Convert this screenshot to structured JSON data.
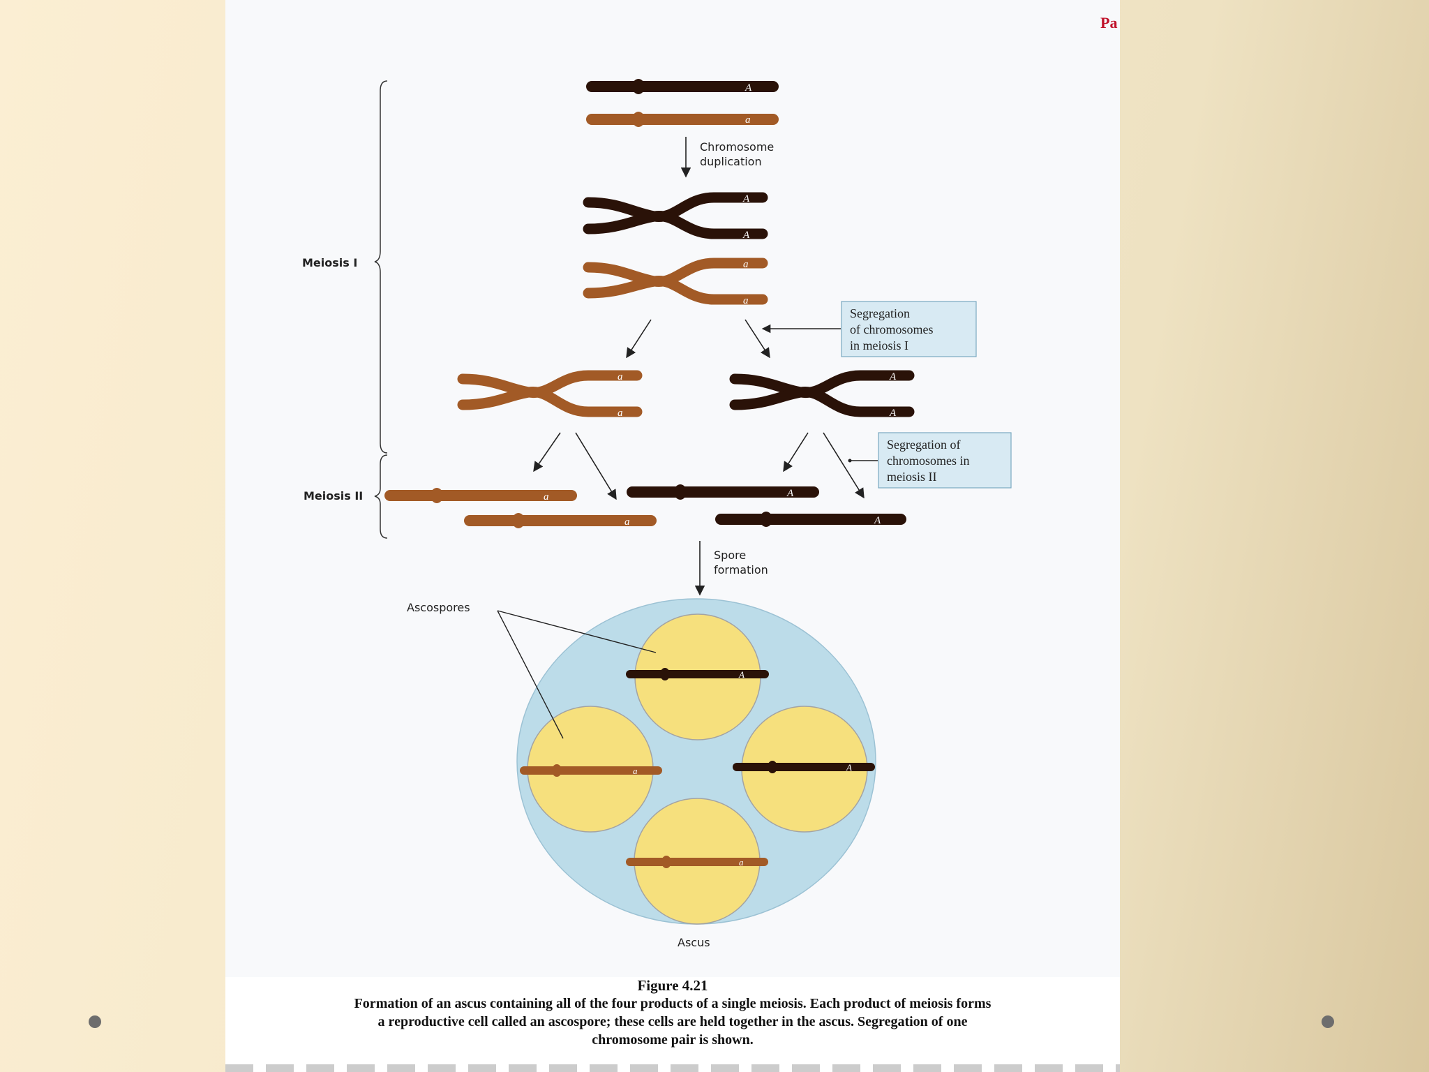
{
  "corner_mark": "Pa",
  "labels": {
    "meiosis_1": "Meiosis I",
    "meiosis_2": "Meiosis II",
    "chromosome_duplication_line1": "Chromosome",
    "chromosome_duplication_line2": "duplication",
    "spore_formation_line1": "Spore",
    "spore_formation_line2": "formation",
    "ascospores": "Ascospores",
    "ascus": "Ascus"
  },
  "boxes": {
    "segregation_1": [
      "Segregation",
      "of chromosomes",
      "in meiosis I"
    ],
    "segregation_2": [
      "Segregation of",
      "chromosomes in",
      "meiosis II"
    ]
  },
  "alleles": {
    "dominant": "A",
    "recessive": "a"
  },
  "caption": {
    "title": "Figure 4.21",
    "line1": "Formation of an ascus containing all of the four products of a single meiosis. Each product of meiosis forms",
    "line2": "a reproductive cell called an ascospore; these cells are held together in the ascus. Segregation of one",
    "line3": "chromosome pair is shown."
  },
  "colors": {
    "dark_chromosome": "#2a1208",
    "light_chromosome": "#a25a26",
    "box_fill": "#d8eaf3",
    "ascus_fill": "#bcdce9",
    "spore_fill": "#f6e07d"
  }
}
